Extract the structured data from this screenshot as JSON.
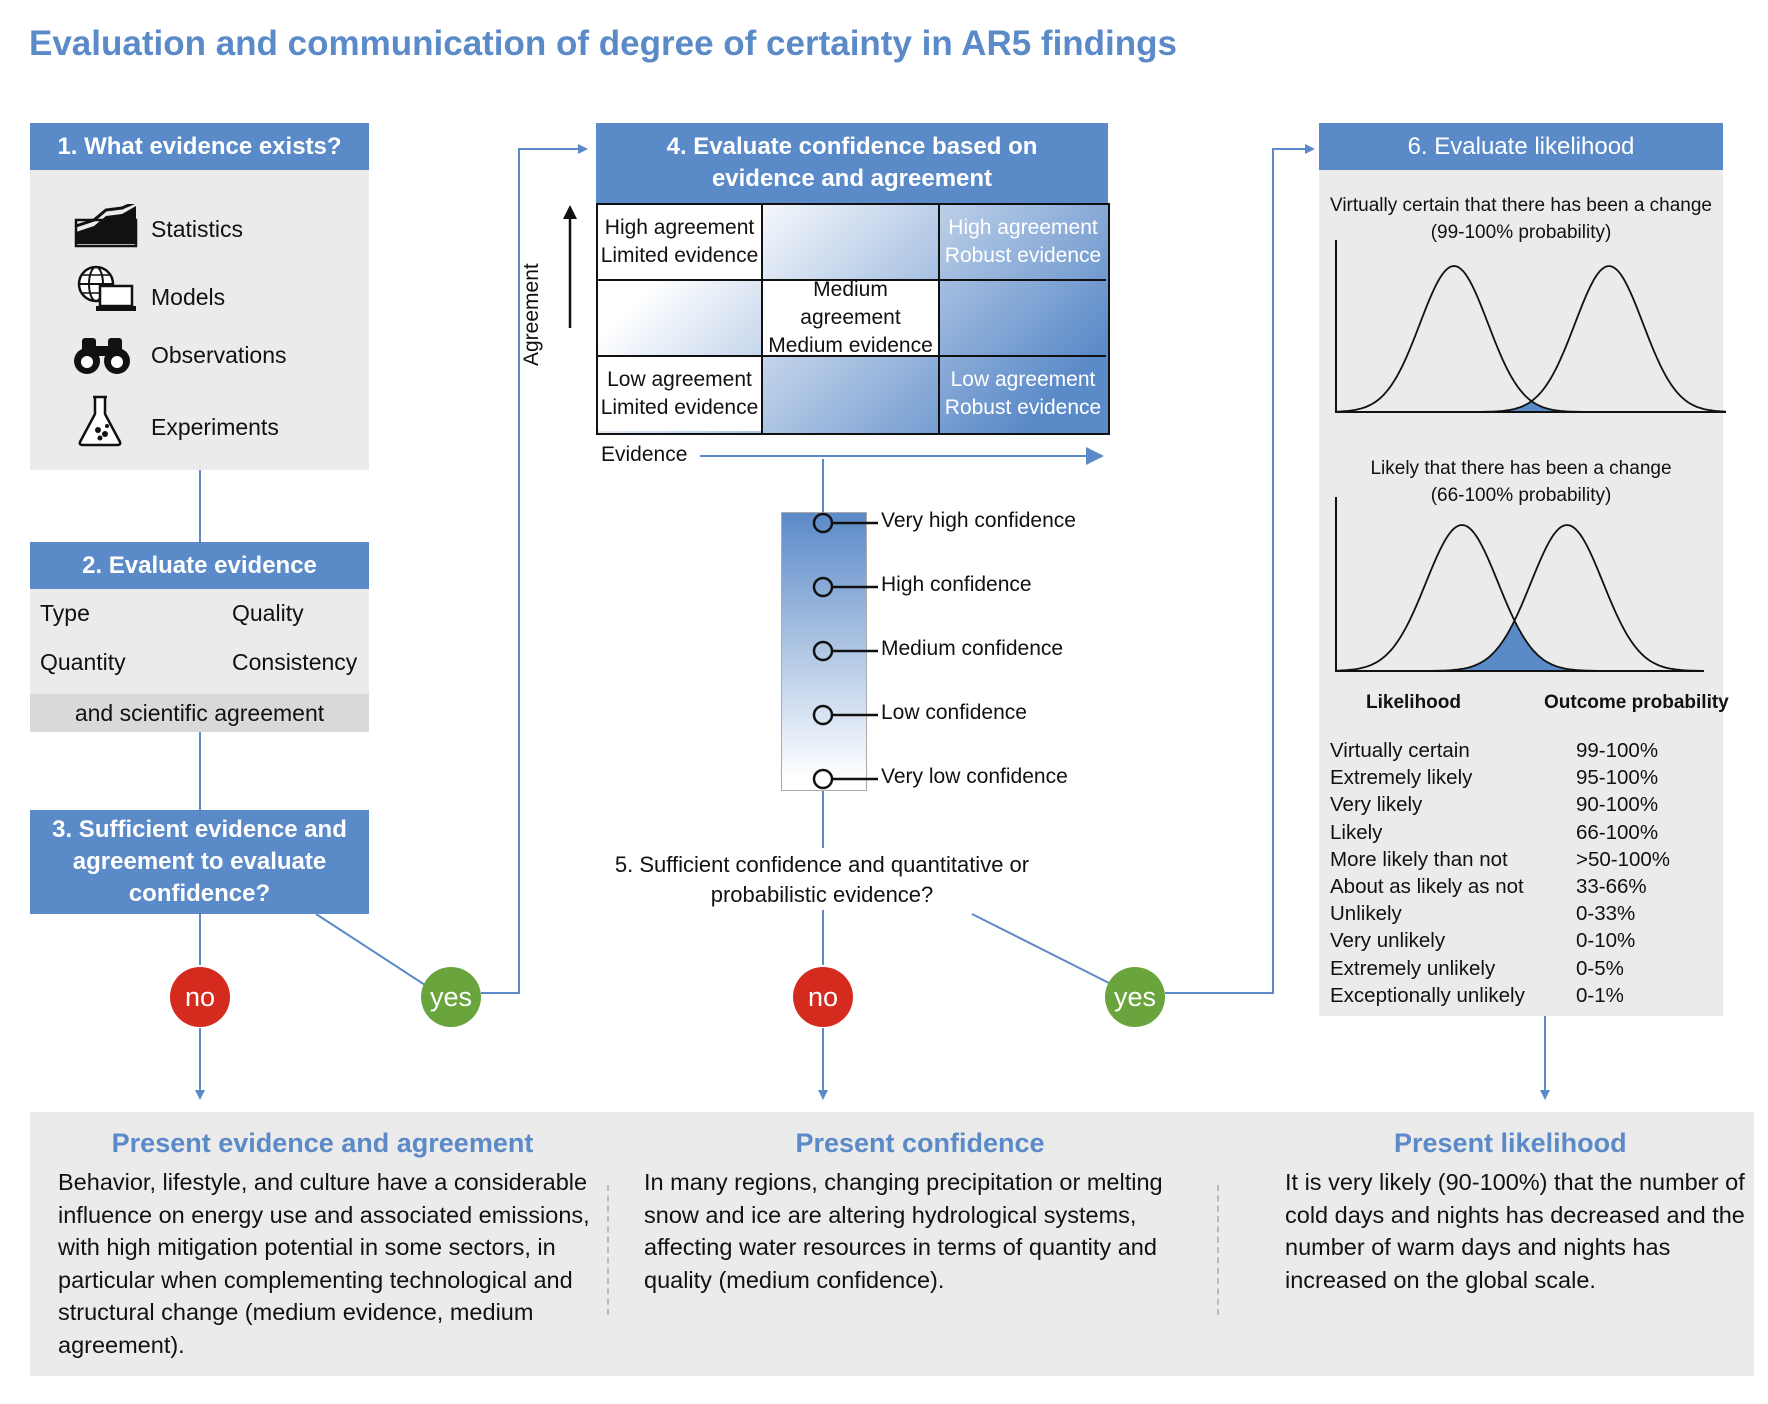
{
  "title": "Evaluation and communication of degree of certainty in AR5 findings",
  "box1": {
    "header": "1. What evidence exists?",
    "items": [
      "Statistics",
      "Models",
      "Observations",
      "Experiments"
    ]
  },
  "box2": {
    "header": "2. Evaluate evidence",
    "type": "Type",
    "quality": "Quality",
    "quantity": "Quantity",
    "consistency": "Consistency",
    "footer": "and scientific agreement"
  },
  "box3": {
    "header": "3. Sufficient evidence and agreement to evaluate confidence?"
  },
  "decision": {
    "no": "no",
    "yes": "yes"
  },
  "box4": {
    "header": "4. Evaluate confidence based on evidence and agreement",
    "cells": {
      "high_limited": "High agreement\nLimited evidence",
      "high_robust": "High agreement\nRobust evidence",
      "medium_medium": "Medium agreement\nMedium evidence",
      "low_limited": "Low agreement\nLimited evidence",
      "low_robust": "Low agreement\nRobust evidence"
    },
    "axis_y": "Agreement",
    "axis_x": "Evidence"
  },
  "confidence_levels": [
    "Very high confidence",
    "High confidence",
    "Medium confidence",
    "Low confidence",
    "Very low confidence"
  ],
  "box5": {
    "question": "5. Sufficient confidence and quantitative or probabilistic evidence?"
  },
  "box6": {
    "header": "6. Evaluate likelihood",
    "plot1_title": "Virtually certain that there has been a change",
    "plot1_sub": "(99-100% probability)",
    "plot2_title": "Likely that there has been a change",
    "plot2_sub": "(66-100% probability)",
    "col_likelihood": "Likelihood",
    "col_probability": "Outcome probability",
    "rows": [
      {
        "term": "Virtually certain",
        "prob": "99-100%"
      },
      {
        "term": "Extremely likely",
        "prob": "95-100%"
      },
      {
        "term": "Very likely",
        "prob": "90-100%"
      },
      {
        "term": "Likely",
        "prob": "66-100%"
      },
      {
        "term": "More likely than not",
        "prob": ">50-100%"
      },
      {
        "term": "About as likely as not",
        "prob": "33-66%"
      },
      {
        "term": "Unlikely",
        "prob": "0-33%"
      },
      {
        "term": "Very unlikely",
        "prob": "0-10%"
      },
      {
        "term": "Extremely unlikely",
        "prob": "0-5%"
      },
      {
        "term": "Exceptionally unlikely",
        "prob": "0-1%"
      }
    ]
  },
  "present": {
    "evidence_title": "Present evidence and agreement",
    "evidence_body": "Behavior, lifestyle, and culture have a considerable influence on energy use and associated emissions, with high mitigation potential in some sectors, in particular when complementing technological and structural change (medium evidence, medium agreement).",
    "confidence_title": "Present confidence",
    "confidence_body": "In many regions, changing precipitation or melting snow and ice are altering hydrological systems, affecting water resources in terms of quantity and quality (medium confidence).",
    "likelihood_title": "Present likelihood",
    "likelihood_body": "It is very likely (90-100%) that the number of cold days and nights has decreased and the number of warm days and nights has increased on the global scale."
  },
  "colors": {
    "accent_blue": "#5b8ac8",
    "no_red": "#d52b1e",
    "yes_green": "#6aa43c",
    "panel_gray": "#ebebeb"
  }
}
